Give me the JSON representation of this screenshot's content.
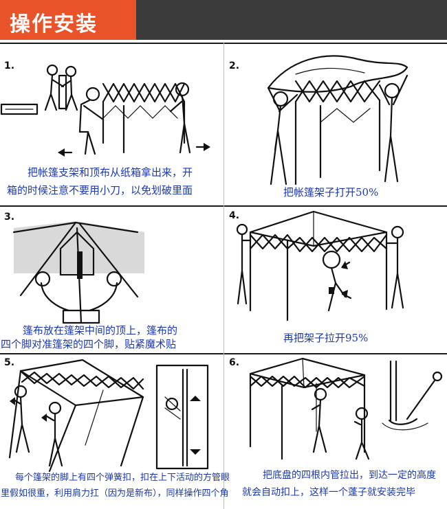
{
  "header": {
    "title": "操作安装",
    "accent_color": "#e8532a",
    "bar_color": "#3b3b3b"
  },
  "caption_color": "#1a37b5",
  "steps": [
    {
      "number": "1.",
      "caption_lines": [
        "把帐篷支架和顶布从纸箱拿出来，开",
        "箱的时候注意不要用小刀，以免划破里面"
      ]
    },
    {
      "number": "2.",
      "caption_lines": [
        "把帐篷架子打开50%"
      ]
    },
    {
      "number": "3.",
      "caption_lines": [
        "篷布放在篷架中间的顶上，篷布的",
        "四个脚对准篷架的四个脚，贴紧魔术贴"
      ]
    },
    {
      "number": "4.",
      "caption_lines": [
        "再把架子拉开95%"
      ]
    },
    {
      "number": "5.",
      "caption_lines": [
        "每个篷架的脚上有四个弹簧扣，扣在上下活动的方管眼",
        "里假如很重，利用肩力扛（因为是新布），同样操作四个角"
      ]
    },
    {
      "number": "6.",
      "caption_lines": [
        "把底盘的四根内管拉出，到达一定的高度",
        "就会自动扣上，这样一个蓬子就安装完毕"
      ]
    }
  ]
}
